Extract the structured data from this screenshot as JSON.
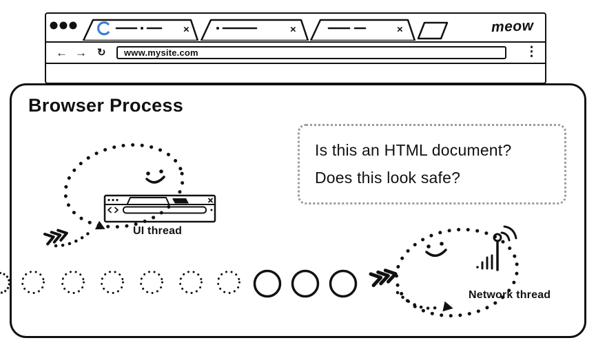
{
  "browser_window": {
    "logo": "meow",
    "url": "www.mysite.com",
    "nav": {
      "back": "←",
      "forward": "→",
      "reload": "↻",
      "menu": "⋮"
    },
    "tabs": [
      {
        "close": "×"
      },
      {
        "close": "×"
      },
      {
        "close": "×"
      }
    ]
  },
  "process_box": {
    "title": "Browser Process",
    "speech_bubble": {
      "line1": "Is this an HTML document?",
      "line2": "Does this look safe?"
    },
    "ui_thread": {
      "label": "UI thread"
    },
    "network_thread": {
      "label": "Network thread"
    }
  },
  "colors": {
    "ink": "#111111",
    "bubble_border": "#9c9c9c",
    "favicon_blue": "#3d7fd6"
  }
}
